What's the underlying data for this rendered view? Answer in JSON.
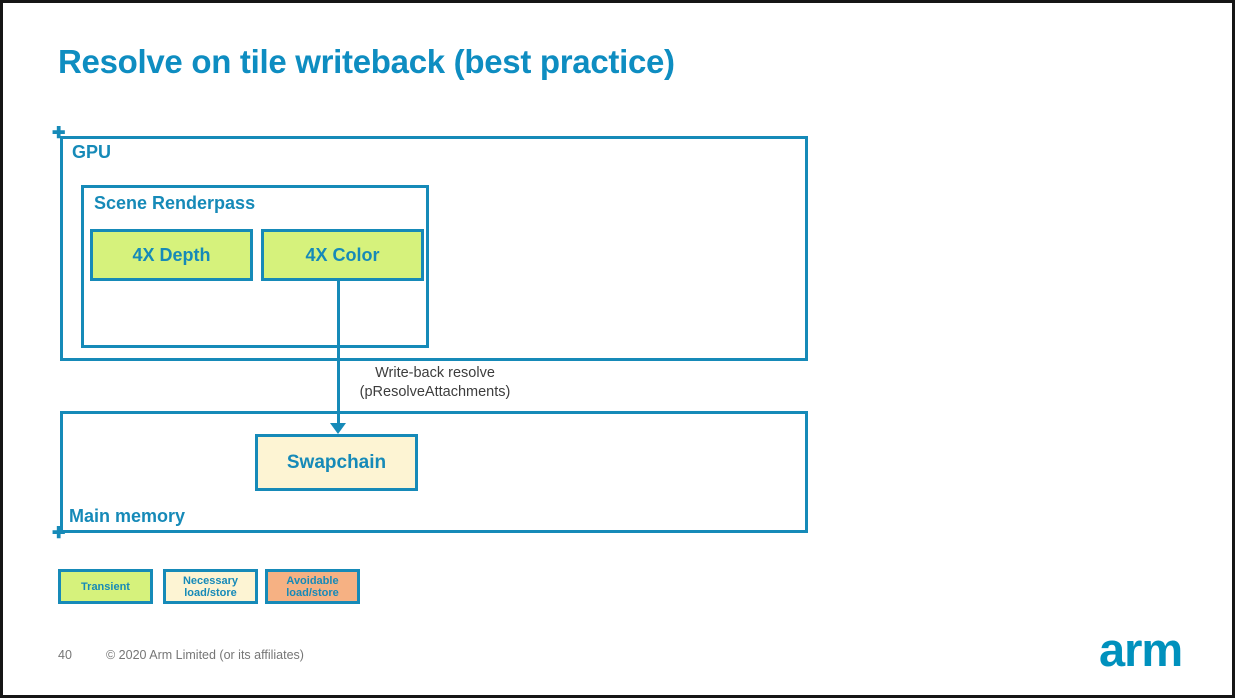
{
  "slide": {
    "title": "Resolve on tile writeback (best practice)",
    "page_number": "40",
    "copyright": "© 2020 Arm Limited (or its affiliates)",
    "logo_text": "arm"
  },
  "diagram": {
    "gpu_label": "GPU",
    "renderpass_label": "Scene Renderpass",
    "depth_label": "4X Depth",
    "color_label": "4X Color",
    "arrow_label_line1": "Write-back resolve",
    "arrow_label_line2": "(pResolveAttachments)",
    "main_memory_label": "Main memory",
    "swapchain_label": "Swapchain",
    "corner_marker_glyph": "✚"
  },
  "legend": {
    "items": [
      {
        "label_line1": "Transient",
        "label_line2": "",
        "swatch": "transient-green"
      },
      {
        "label_line1": "Necessary",
        "label_line2": "load/store",
        "swatch": "necessary-cream"
      },
      {
        "label_line1": "Avoidable",
        "label_line2": "load/store",
        "swatch": "avoidable-orange"
      }
    ]
  },
  "colors": {
    "diagram_teal": "#168ab8",
    "title_teal": "#0e8dc1",
    "transient_green": "#d6f27c",
    "necessary_cream": "#fdf4d3",
    "avoidable_orange": "#f6b183",
    "logo_blue": "#0091bd",
    "arrow_label_gray": "#3d3d3d",
    "footer_gray": "#767676",
    "slide_border_black": "#161616"
  }
}
